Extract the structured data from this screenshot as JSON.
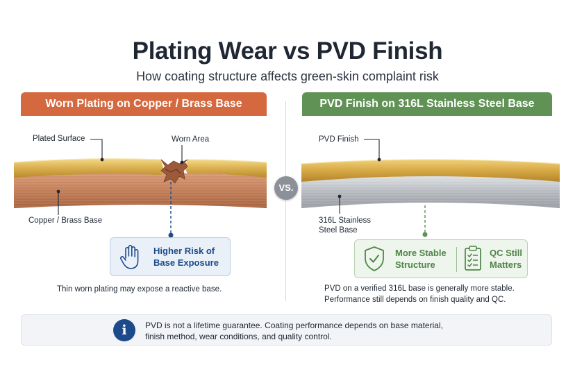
{
  "title": "Plating Wear vs PVD Finish",
  "subtitle": "How coating structure affects green-skin complaint risk",
  "left_panel": {
    "banner": "Worn Plating on Copper / Brass Base",
    "labels": {
      "plated_surface": "Plated Surface",
      "worn_area": "Worn Area",
      "base": "Copper / Brass Base"
    },
    "callout": {
      "line1": "Higher Risk of",
      "line2": "Base Exposure",
      "icon": "hand-icon"
    },
    "caption": "Thin worn plating may expose a reactive base."
  },
  "vs_label": "VS.",
  "right_panel": {
    "banner": "PVD Finish on 316L Stainless Steel Base",
    "labels": {
      "pvd_finish": "PVD Finish",
      "base_line1": "316L Stainless",
      "base_line2": "Steel Base"
    },
    "callout": {
      "item1_line1": "More Stable",
      "item1_line2": "Structure",
      "item1_icon": "shield-check-icon",
      "item2_line1": "QC Still",
      "item2_line2": "Matters",
      "item2_icon": "clipboard-checklist-icon"
    },
    "caption_line1": "PVD on a verified 316L base is generally more stable.",
    "caption_line2": "Performance still depends on finish quality and QC."
  },
  "info": {
    "icon": "info-icon",
    "line1": "PVD is not a lifetime guarantee. Coating performance depends on base material,",
    "line2": "finish method, wear conditions, and quality control."
  },
  "colors": {
    "left_banner": "#d4683f",
    "right_banner": "#5f9254",
    "gold": "#d7ad4a",
    "copper": "#c98560",
    "steel": "#b9bdc2",
    "info_icon": "#1c4a8a"
  }
}
